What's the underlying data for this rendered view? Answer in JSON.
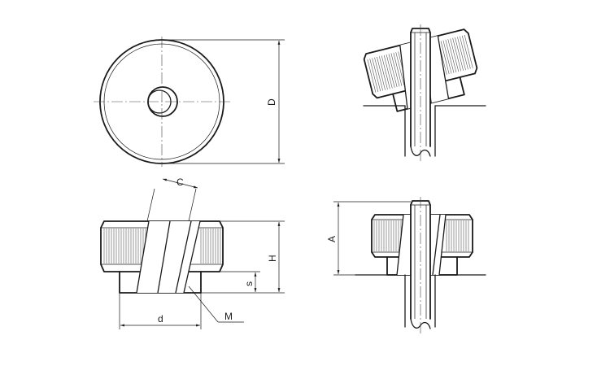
{
  "labels": {
    "D": "D",
    "C": "C",
    "H": "H",
    "s": "s",
    "d": "d",
    "M": "M",
    "A": "A"
  }
}
